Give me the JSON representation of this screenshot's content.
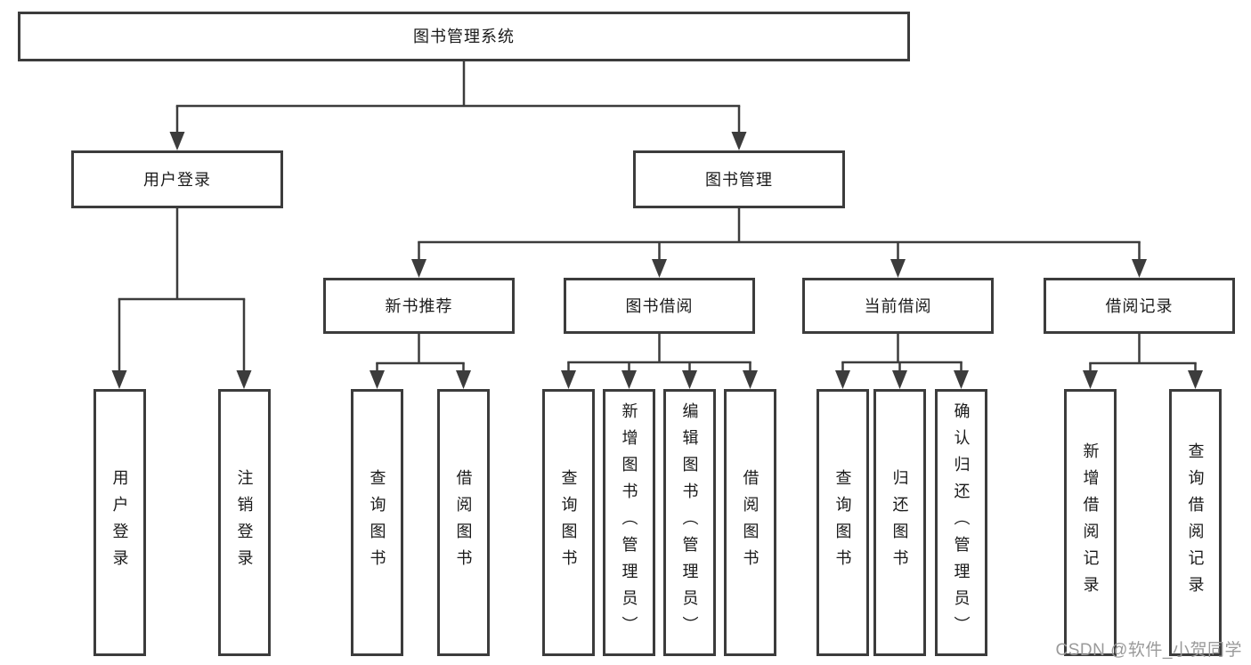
{
  "diagram": {
    "title": "图书管理系统",
    "level2": {
      "user_login": "用户登录",
      "book_management": "图书管理"
    },
    "level3": {
      "new_book_recommendation": "新书推荐",
      "book_borrowing": "图书借阅",
      "current_borrowing": "当前借阅",
      "borrowing_records": "借阅记录"
    },
    "leaves": {
      "user_login": "用户登录",
      "logout": "注销登录",
      "nb_query_books": "查询图书",
      "nb_borrow_books": "借阅图书",
      "bb_query_books": "查询图书",
      "bb_add_books_admin": "新增图书（管理员）",
      "bb_edit_books_admin": "编辑图书（管理员）",
      "bb_borrow_books": "借阅图书",
      "cb_query_books": "查询图书",
      "cb_return_books": "归还图书",
      "cb_confirm_return_admin": "确认归还（管理员）",
      "br_add_record": "新增借阅记录",
      "br_query_record": "查询借阅记录"
    }
  },
  "watermark": "CSDN @软件_小贺同学",
  "colors": {
    "line": "#3c3c3c",
    "text": "#1a1a1a",
    "watermark": "#9a9a9a",
    "background": "#ffffff"
  }
}
